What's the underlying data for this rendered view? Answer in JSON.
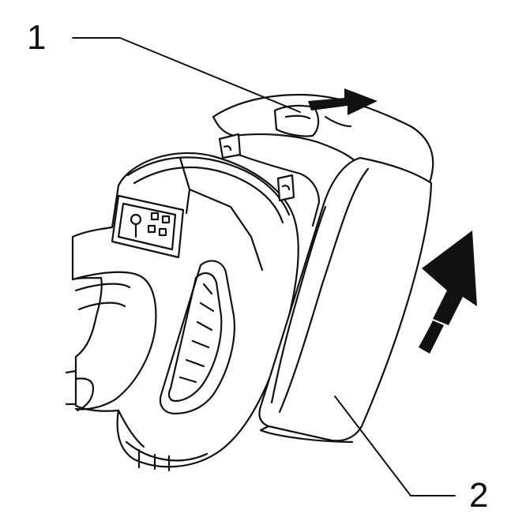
{
  "figure": {
    "description_type": "technical line illustration",
    "line_color": "#111111",
    "background_color": "#ffffff"
  },
  "callouts": [
    {
      "number": "1",
      "target": "battery-release-button"
    },
    {
      "number": "2",
      "target": "battery-pack"
    }
  ],
  "arrows": [
    {
      "name": "slide-direction-arrow",
      "direction": "right"
    },
    {
      "name": "insert-direction-arrow",
      "direction": "up"
    }
  ]
}
